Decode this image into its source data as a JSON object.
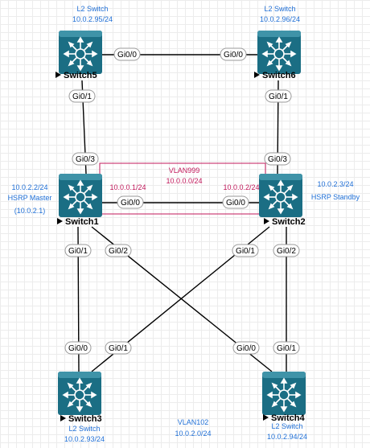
{
  "colors": {
    "switch_fill": "#1b6e84",
    "switch_top": "#3f93a8",
    "label_blue": "#1f6fd6",
    "vlan_pink": "#c2185b"
  },
  "icons": {
    "switch": "layer3-switch-icon",
    "name_marker": "play-triangle-icon"
  },
  "switches": [
    {
      "name": "Switch5",
      "role": "L2 Switch",
      "ip": "10.0.2.95/24"
    },
    {
      "name": "Switch6",
      "role": "L2 Switch",
      "ip": "10.0.2.96/24"
    },
    {
      "name": "Switch1",
      "ip": "10.0.2.2/24",
      "hsrp_role": "HSRP Master",
      "hsrp_vip": "(10.0.2.1)",
      "vlan999_ip": "10.0.0.1/24"
    },
    {
      "name": "Switch2",
      "ip": "10.0.2.3/24",
      "hsrp_role": "HSRP Standby",
      "vlan999_ip": "10.0.0.2/24"
    },
    {
      "name": "Switch3",
      "role": "L2 Switch",
      "ip": "10.0.2.93/24"
    },
    {
      "name": "Switch4",
      "role": "L2 Switch",
      "ip": "10.0.2.94/24"
    }
  ],
  "vlan999": {
    "name": "VLAN999",
    "subnet": "10.0.0.0/24"
  },
  "vlan102": {
    "name": "VLAN102",
    "subnet": "10.0.2.0/24"
  },
  "ports": {
    "s5_gi00": "Gi0/0",
    "s6_gi00": "Gi0/0",
    "s5_gi01": "Gi0/1",
    "s6_gi01": "Gi0/1",
    "s1_gi03": "Gi0/3",
    "s2_gi03": "Gi0/3",
    "s1_gi00": "Gi0/0",
    "s2_gi00": "Gi0/0",
    "s1_gi01": "Gi0/1",
    "s1_gi02": "Gi0/2",
    "s2_gi01": "Gi0/1",
    "s2_gi02": "Gi0/2",
    "s3_gi00": "Gi0/0",
    "s3_gi01": "Gi0/1",
    "s4_gi00": "Gi0/0",
    "s4_gi01": "Gi0/1"
  }
}
